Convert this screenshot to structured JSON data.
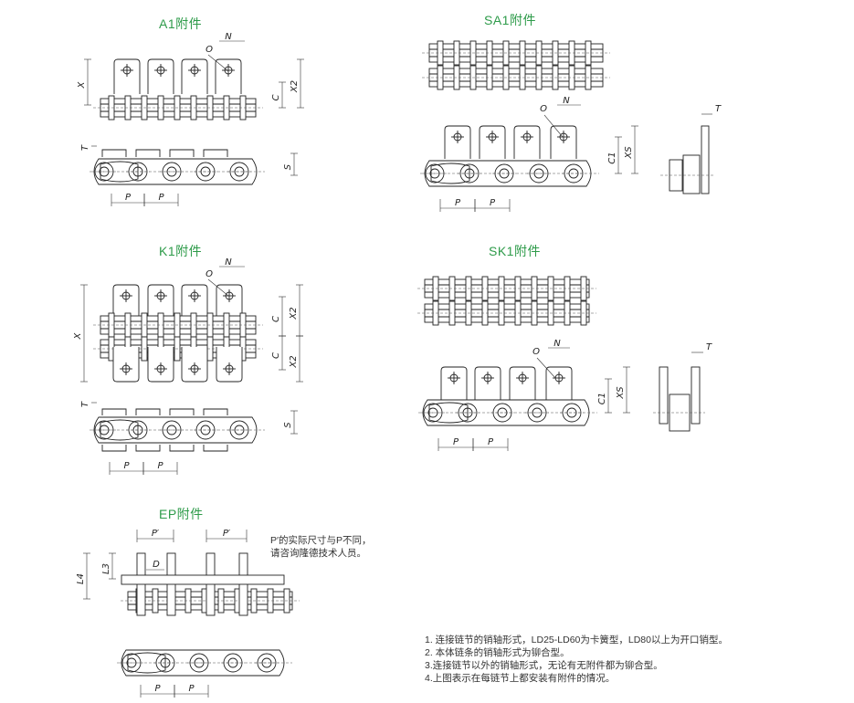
{
  "titles": {
    "a1": "A1附件",
    "sa1": "SA1附件",
    "k1": "K1附件",
    "sk1": "SK1附件",
    "ep": "EP附件"
  },
  "dims": {
    "N": "N",
    "O": "O",
    "X": "X",
    "X2": "X2",
    "C": "C",
    "C1": "C1",
    "XS": "XS",
    "T": "T",
    "S": "S",
    "P": "P",
    "P_prime": "P′",
    "D": "D",
    "L3": "L3",
    "L4": "L4"
  },
  "ep_note": [
    "P′的实际尺寸与P不同，",
    "请咨询隆德技术人员。"
  ],
  "notes": [
    "1. 连接链节的销轴形式，LD25-LD60为卡簧型，LD80以上为开口销型。",
    "2. 本体链条的销轴形式为铆合型。",
    "3.连接链节以外的销轴形式，无论有无附件都为铆合型。",
    "4.上图表示在每链节上都安装有附件的情况。"
  ],
  "colors": {
    "title": "#2e9b4a",
    "line": "#222222",
    "text": "#333333"
  }
}
